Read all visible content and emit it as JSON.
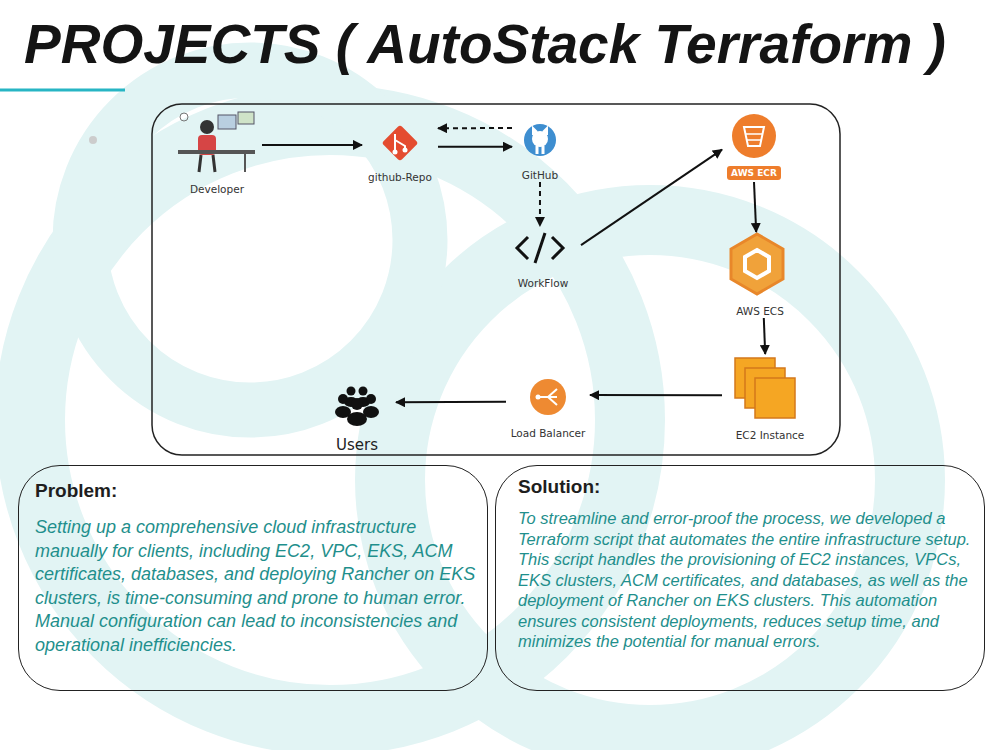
{
  "diagram": {
    "title": "PROJECTS ( AutoStack Terraform )",
    "nodes": [
      {
        "text": [
          "Developer"
        ]
      },
      {
        "text": [
          "github-Repo"
        ]
      },
      {
        "text": [
          "GitHub"
        ]
      },
      {
        "text": [
          "AWS ECR"
        ]
      },
      {
        "text": [
          "WorkFlow"
        ]
      },
      {
        "text": [
          "AWS ECS"
        ]
      },
      {
        "text": [
          "Users"
        ]
      },
      {
        "text": [
          "Load Balancer"
        ]
      },
      {
        "text": [
          "EC2 Instance"
        ]
      },
      {
        "text": [
          "Problem:",
          "Setting up a comprehensive cloud infrastructure manually for clients, including EC2, VPC, EKS, ACM certificates, databases, and deploying Rancher on EKS clusters, is time-consuming and prone to human error. Manual configuration can lead to inconsistencies and operational inefficiencies."
        ]
      },
      {
        "text": [
          "Solution:",
          "To streamline and error-proof the process, we developed a Terraform script that automates the entire infrastructure setup. This script handles the provisioning of EC2 instances, VPCs, EKS clusters, ACM certificates, and databases, as well as the deployment of Rancher on EKS clusters. This automation ensures consistent deployments, reduces setup time, and minimizes the potential for manual errors."
        ]
      }
    ],
    "edges": [
      {
        "from": 0,
        "to": 1,
        "arrow": "to"
      },
      {
        "from": 1,
        "to": 2,
        "arrow": "to"
      },
      {
        "from": 2,
        "to": 1,
        "arrow": "to"
      },
      {
        "from": 2,
        "to": 4,
        "arrow": "to"
      },
      {
        "from": 4,
        "to": 3,
        "arrow": "to"
      },
      {
        "from": 3,
        "to": 5,
        "arrow": "to"
      },
      {
        "from": 5,
        "to": 8,
        "arrow": "to"
      },
      {
        "from": 8,
        "to": 7,
        "arrow": "to"
      },
      {
        "from": 7,
        "to": 6,
        "arrow": "to"
      }
    ]
  }
}
